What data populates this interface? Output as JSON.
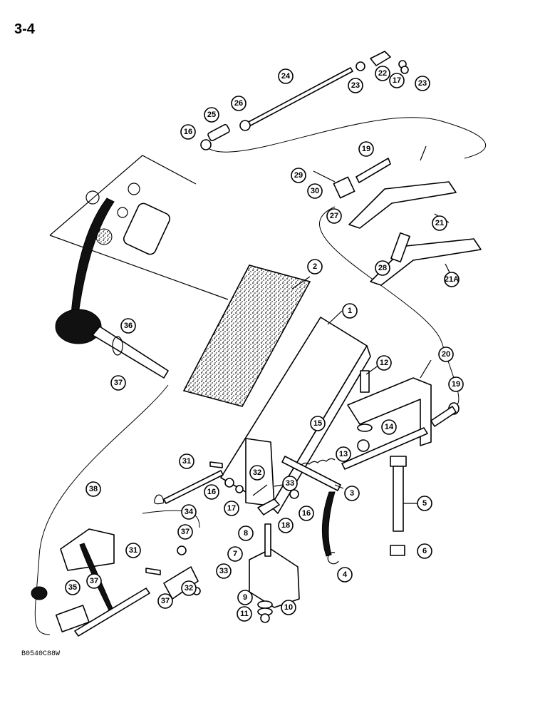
{
  "page_number": "3-4",
  "figure_code": "B0540C88W",
  "callouts": [
    {
      "label": "1"
    },
    {
      "label": "2"
    },
    {
      "label": "3"
    },
    {
      "label": "4"
    },
    {
      "label": "5"
    },
    {
      "label": "6"
    },
    {
      "label": "7"
    },
    {
      "label": "8"
    },
    {
      "label": "9"
    },
    {
      "label": "10"
    },
    {
      "label": "11"
    },
    {
      "label": "12"
    },
    {
      "label": "13"
    },
    {
      "label": "14"
    },
    {
      "label": "15"
    },
    {
      "label": "16"
    },
    {
      "label": "16"
    },
    {
      "label": "16"
    },
    {
      "label": "17"
    },
    {
      "label": "17"
    },
    {
      "label": "18"
    },
    {
      "label": "19"
    },
    {
      "label": "19"
    },
    {
      "label": "20"
    },
    {
      "label": "21"
    },
    {
      "label": "21A"
    },
    {
      "label": "22"
    },
    {
      "label": "23"
    },
    {
      "label": "23"
    },
    {
      "label": "24"
    },
    {
      "label": "25"
    },
    {
      "label": "26"
    },
    {
      "label": "27"
    },
    {
      "label": "28"
    },
    {
      "label": "29"
    },
    {
      "label": "30"
    },
    {
      "label": "31"
    },
    {
      "label": "31"
    },
    {
      "label": "32"
    },
    {
      "label": "32"
    },
    {
      "label": "33"
    },
    {
      "label": "33"
    },
    {
      "label": "34"
    },
    {
      "label": "35"
    },
    {
      "label": "36"
    },
    {
      "label": "37"
    },
    {
      "label": "37"
    },
    {
      "label": "37"
    },
    {
      "label": "37"
    },
    {
      "label": "38"
    }
  ]
}
